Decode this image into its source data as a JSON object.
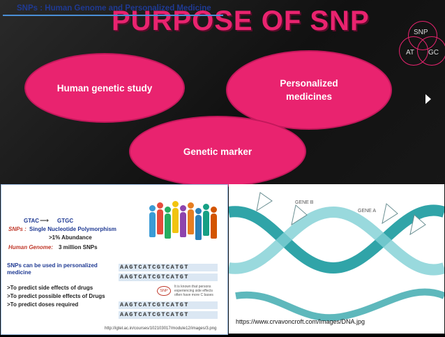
{
  "title": "PURPOSE OF SNP",
  "venn": {
    "top": "SNP",
    "left": "AT",
    "right": "GC"
  },
  "ovals": {
    "human": "Human genetic study",
    "personalized_l1": "Personalized",
    "personalized_l2": "medicines",
    "marker": "Genetic marker"
  },
  "left_panel": {
    "heading": "SNPs : Human Genome and Personalized Medicine",
    "gtac_from": "GTAC",
    "gtac_to": "GTGC",
    "snps_label": "SNPs :",
    "snps_def": "Single Nucleotide Polymorphism",
    "abundance": ">1% Abundance",
    "human_genome_label": "Human Genome:",
    "human_genome_value": "3 million SNPs",
    "uses_l1": "SNPs  can be used in personalized",
    "uses_l2": "medicine",
    "predict1": ">To predict side effects of drugs",
    "predict2": ">To predict possible effects of Drugs",
    "predict3": ">To predict doses required",
    "seq_a": "AAGTCATCGTCATGT",
    "seq_b": "AAGTCATCGTCATGT",
    "seq_c": "AAGTCATCGTCATGT",
    "seq_d": "AAGTCATCGTCATGT",
    "snp_badge": "SNP",
    "note": "It is known that persons experiencing side effects often have more C bases",
    "footer": "http://igtel.ac.in/courses/102103017/module12/images/3.png"
  },
  "right_panel": {
    "url": "https://www.crvavoncroft.com/Images/DNA.jpg",
    "gene_b": "GENE B",
    "gene_a": "GENE A"
  },
  "colors": {
    "accent": "#e9236f",
    "helix_teal": "#1a9a9f"
  }
}
